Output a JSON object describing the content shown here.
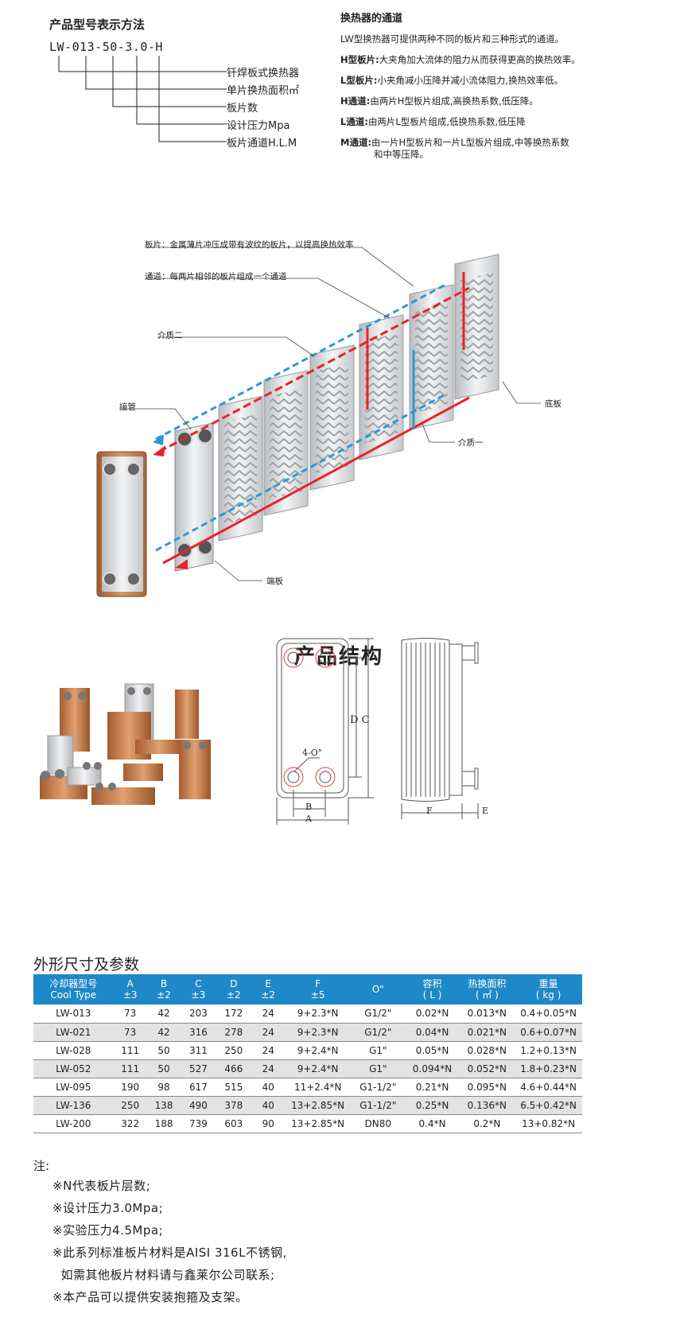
{
  "model": {
    "title": "产品型号表示方法",
    "code": "LW-013-50-3.0-H",
    "items": [
      "钎焊板式换热器",
      "单片换热面积㎡",
      "板片数",
      "设计压力Mpa",
      "板片通道H.L.M"
    ]
  },
  "channels": {
    "title": "换热器的通道",
    "lines": [
      {
        "key": "",
        "text": "LW型换热器可提供两种不同的板片和三种形式的通道。"
      },
      {
        "key": "H型板片:",
        "text": "大夹角加大流体的阻力从而获得更高的换热效率。"
      },
      {
        "key": "L型板片:",
        "text": "小夹角减小压降并减小流体阻力,换热效率低。"
      },
      {
        "key": "H通道:",
        "text": "由两片H型板片组成,高换热系数,低压降。"
      },
      {
        "key": "L通道:",
        "text": "由两片L型板片组成,低换热系数,低压降"
      },
      {
        "key": "M通道:",
        "text": "由一片H型板片和一片L型板片组成,中等换热系数"
      },
      {
        "key": "",
        "text": "和中等压降。"
      }
    ]
  },
  "diagram": {
    "labels": {
      "plate": "板片：金属薄片冲压成带有波纹的板片，以提高换热效率",
      "channel": "通道：每两片相邻的板片组成一个通道",
      "medium2": "介质二",
      "pipe": "接管",
      "bottom": "底板",
      "medium1": "介质一",
      "end": "端板"
    },
    "colors": {
      "hot": "#e8242a",
      "cold": "#2b9ad6",
      "copper": "#c77a45",
      "steel": "#d7d9dc"
    }
  },
  "structure": {
    "title": "产品结构",
    "dims": {
      "D": "D",
      "C": "C",
      "port": "4-O\"",
      "B": "B",
      "A": "A",
      "F": "F",
      "E": "E"
    }
  },
  "dimensions": {
    "title": "外形尺寸及参数",
    "headers": [
      [
        "冷却器型号",
        "Cool Type"
      ],
      [
        "A",
        "±3"
      ],
      [
        "B",
        "±2"
      ],
      [
        "C",
        "±3"
      ],
      [
        "D",
        "±2"
      ],
      [
        "E",
        "±2"
      ],
      [
        "F",
        "±5"
      ],
      [
        "O\"",
        ""
      ],
      [
        "容积",
        "( L )"
      ],
      [
        "热换面积",
        "( ㎡ )"
      ],
      [
        "重量",
        "( kg )"
      ]
    ],
    "rows": [
      [
        "LW-013",
        "73",
        "42",
        "203",
        "172",
        "24",
        "9+2.3*N",
        "G1/2\"",
        "0.02*N",
        "0.013*N",
        "0.4+0.05*N"
      ],
      [
        "LW-021",
        "73",
        "42",
        "316",
        "278",
        "24",
        "9+2.3*N",
        "G1/2\"",
        "0.04*N",
        "0.021*N",
        "0.6+0.07*N"
      ],
      [
        "LW-028",
        "111",
        "50",
        "311",
        "250",
        "24",
        "9+2.4*N",
        "G1\"",
        "0.05*N",
        "0.028*N",
        "1.2+0.13*N"
      ],
      [
        "LW-052",
        "111",
        "50",
        "527",
        "466",
        "24",
        "9+2.4*N",
        "G1\"",
        "0.094*N",
        "0.052*N",
        "1.8+0.23*N"
      ],
      [
        "LW-095",
        "190",
        "98",
        "617",
        "515",
        "40",
        "11+2.4*N",
        "G1-1/2\"",
        "0.21*N",
        "0.095*N",
        "4.6+0.44*N"
      ],
      [
        "LW-136",
        "250",
        "138",
        "490",
        "378",
        "40",
        "13+2.85*N",
        "G1-1/2\"",
        "0.25*N",
        "0.136*N",
        "6.5+0.42*N"
      ],
      [
        "LW-200",
        "322",
        "188",
        "739",
        "603",
        "90",
        "13+2.85*N",
        "DN80",
        "0.4*N",
        "0.2*N",
        "13+0.82*N"
      ]
    ]
  },
  "notes": {
    "title": "注:",
    "items": [
      "※N代表板片层数;",
      "※设计压力3.0Mpa;",
      "※实验压力4.5Mpa;",
      "※此系列标准板片材料是AISI 316L不锈钢,",
      "  如需其他板片材料请与鑫莱尔公司联系;",
      "※本产品可以提供安装抱箍及支架。"
    ]
  }
}
